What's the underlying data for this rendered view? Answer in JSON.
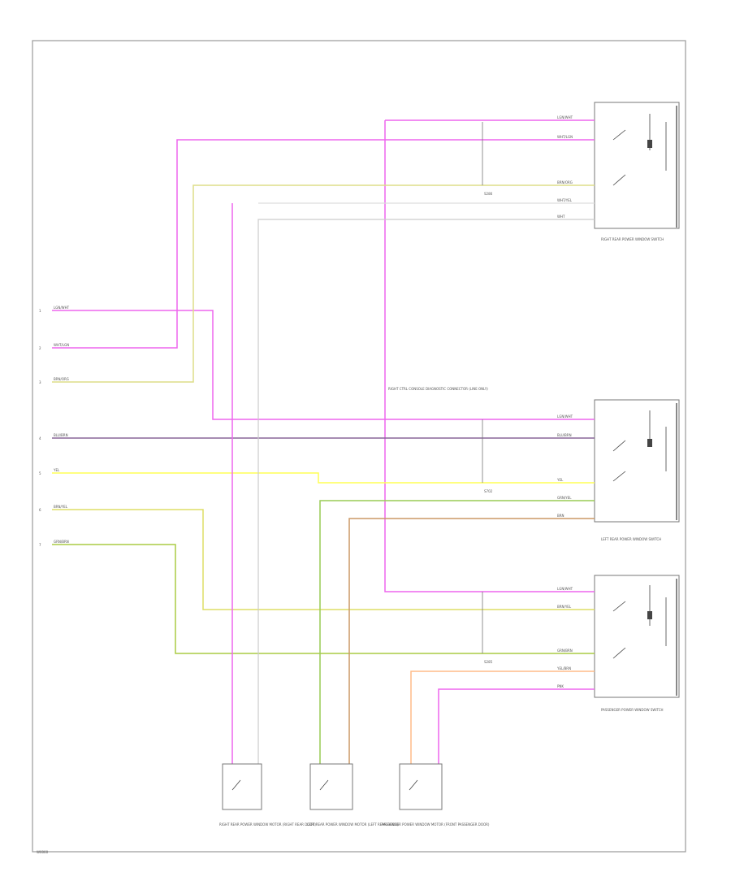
{
  "diagram": {
    "page_ref": "W0000",
    "input_pins": [
      "1",
      "2",
      "3",
      "4",
      "5",
      "6",
      "7"
    ],
    "input_wires": [
      {
        "label": "LGN/WHT",
        "color": "#ee66ee"
      },
      {
        "label": "WHT/LGN",
        "color": "#ee66ee"
      },
      {
        "label": "BRN/ORG",
        "color": "#dddd88"
      },
      {
        "label": "BLU/BRN",
        "color": "#886699"
      },
      {
        "label": "YEL",
        "color": "#ffff55"
      },
      {
        "label": "BRN/YEL",
        "color": "#dddd66"
      },
      {
        "label": "GRN/BRN",
        "color": "#aacc44"
      }
    ],
    "connector_note": "RIGHT CTRL CONSOLE DIAGNOSTIC CONNECTOR (LINE ONLY)",
    "relays": [
      {
        "name": "RIGHT REAR POWER WINDOW SWITCH",
        "labels": [
          "LGN/WHT",
          "WHT/LGN",
          "BRN/ORG",
          "WHT/YEL",
          "WHT"
        ],
        "splice": "S286"
      },
      {
        "name": "LEFT REAR POWER WINDOW SWITCH",
        "labels": [
          "LGN/WHT",
          "BLU/BRN",
          "YEL",
          "GRN/YEL",
          "BRN"
        ],
        "splice": "S702"
      },
      {
        "name": "PASSENGER POWER WINDOW SWITCH",
        "labels": [
          "LGN/WHT",
          "BRN/YEL",
          "GRN/BRN",
          "YEL/BRN",
          "PNK"
        ],
        "splice": "S285"
      }
    ],
    "switches": [
      {
        "name": "RIGHT REAR POWER WINDOW MOTOR (RIGHT REAR DOOR)"
      },
      {
        "name": "LEFT REAR POWER WINDOW MOTOR (LEFT REAR DOOR)"
      },
      {
        "name": "PASSENGER POWER WINDOW MOTOR (FRONT PASSENGER DOOR)"
      }
    ]
  }
}
